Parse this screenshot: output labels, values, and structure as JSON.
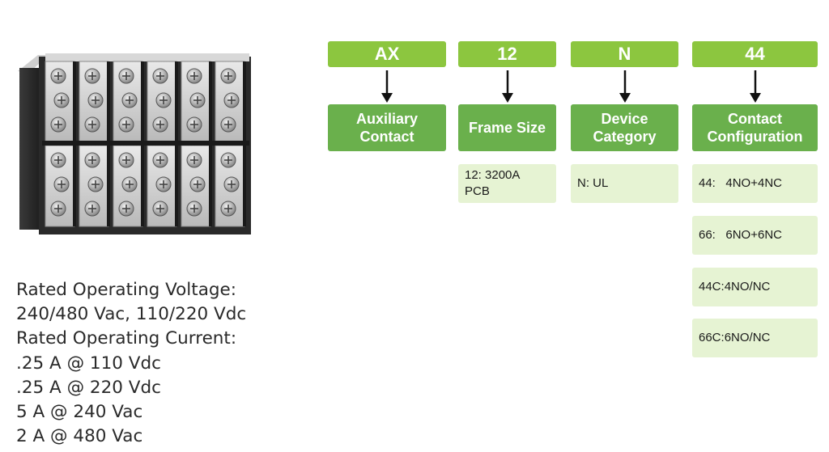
{
  "codes": [
    {
      "code": "AX",
      "category": "Auxiliary Contact"
    },
    {
      "code": "12",
      "category": "Frame Size"
    },
    {
      "code": "N",
      "category": "Device Category"
    },
    {
      "code": "44",
      "category": "Contact Configuration"
    }
  ],
  "frame_size_options": [
    "12: 3200A",
    "PCB"
  ],
  "device_category_options": [
    "N: UL"
  ],
  "contact_options": [
    {
      "code": "44:",
      "desc": "4NO+4NC"
    },
    {
      "code": "66:",
      "desc": "6NO+6NC"
    },
    {
      "code": "44C:",
      "desc": "4NO/NC"
    },
    {
      "code": "66C:",
      "desc": "6NO/NC"
    }
  ],
  "specs": [
    "Rated Operating Voltage:",
    "240/480 Vac, 110/220 Vdc",
    "Rated Operating Current:",
    ".25 A @ 110 Vdc",
    ".25 A @ 220 Vdc",
    "5 A @ 240 Vac",
    "2 A @ 480 Vac"
  ],
  "colors": {
    "header_green": "#8cc63f",
    "category_green": "#6ab04c",
    "option_bg": "#e6f3d3"
  }
}
